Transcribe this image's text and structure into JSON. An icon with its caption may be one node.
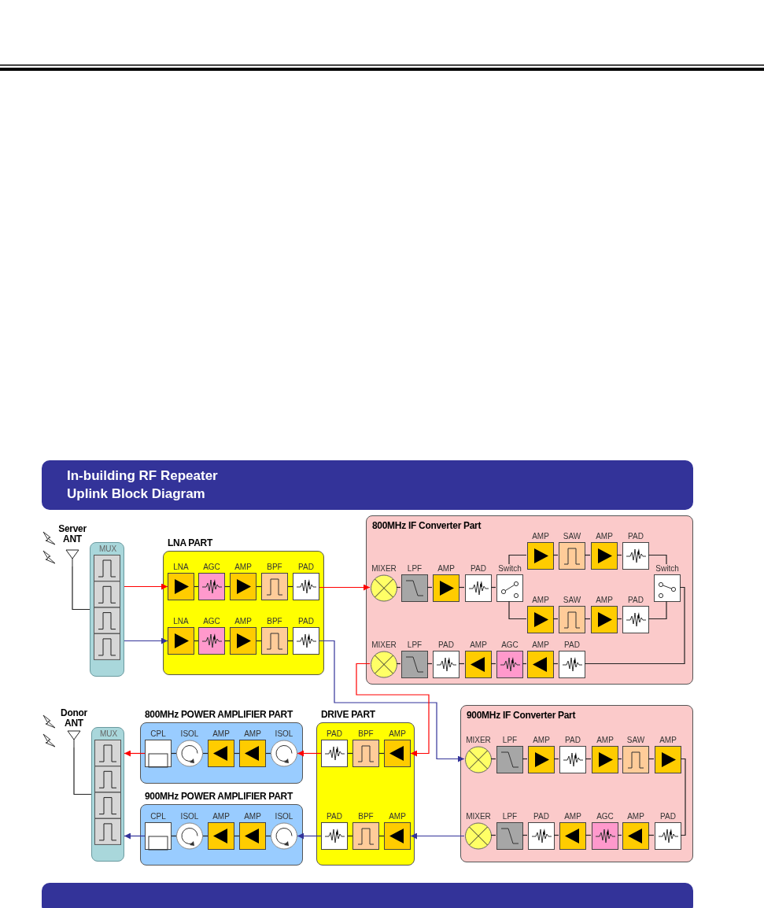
{
  "diagram": {
    "title": "In-building RF Repeater Uplink Block Diagram",
    "nodes": [
      {
        "text": [
          "Server ANT"
        ]
      },
      {
        "text": [
          "MUX"
        ]
      },
      {
        "text": [
          "LNA PART"
        ]
      },
      {
        "text": [
          "LNA"
        ],
        "in": 2
      },
      {
        "text": [
          "AGC"
        ],
        "in": 2
      },
      {
        "text": [
          "AMP"
        ],
        "in": 2
      },
      {
        "text": [
          "BPF"
        ],
        "in": 2
      },
      {
        "text": [
          "PAD"
        ],
        "in": 2
      },
      {
        "text": [
          "LNA"
        ],
        "in": 2
      },
      {
        "text": [
          "AGC"
        ],
        "in": 2
      },
      {
        "text": [
          "AMP"
        ],
        "in": 2
      },
      {
        "text": [
          "BPF"
        ],
        "in": 2
      },
      {
        "text": [
          "PAD"
        ],
        "in": 2
      },
      {
        "text": [
          "800MHz IF Converter Part"
        ]
      },
      {
        "text": [
          "MIXER"
        ],
        "in": 13
      },
      {
        "text": [
          "LPF"
        ],
        "in": 13
      },
      {
        "text": [
          "AMP"
        ],
        "in": 13
      },
      {
        "text": [
          "PAD"
        ],
        "in": 13
      },
      {
        "text": [
          "Switch"
        ],
        "in": 13
      },
      {
        "text": [
          "AMP"
        ],
        "in": 13
      },
      {
        "text": [
          "SAW"
        ],
        "in": 13
      },
      {
        "text": [
          "AMP"
        ],
        "in": 13
      },
      {
        "text": [
          "PAD"
        ],
        "in": 13
      },
      {
        "text": [
          "Switch"
        ],
        "in": 13
      },
      {
        "text": [
          "AMP"
        ],
        "in": 13
      },
      {
        "text": [
          "SAW"
        ],
        "in": 13
      },
      {
        "text": [
          "AMP"
        ],
        "in": 13
      },
      {
        "text": [
          "PAD"
        ],
        "in": 13
      },
      {
        "text": [
          "MIXER"
        ],
        "in": 13
      },
      {
        "text": [
          "LPF"
        ],
        "in": 13
      },
      {
        "text": [
          "PAD"
        ],
        "in": 13
      },
      {
        "text": [
          "AMP"
        ],
        "in": 13
      },
      {
        "text": [
          "AGC"
        ],
        "in": 13
      },
      {
        "text": [
          "AMP"
        ],
        "in": 13
      },
      {
        "text": [
          "PAD"
        ],
        "in": 13
      },
      {
        "text": [
          "Donor ANT"
        ]
      },
      {
        "text": [
          "MUX"
        ]
      },
      {
        "text": [
          "800MHz POWER AMPLIFIER PART"
        ]
      },
      {
        "text": [
          "CPL"
        ],
        "in": 37
      },
      {
        "text": [
          "ISOL"
        ],
        "in": 37
      },
      {
        "text": [
          "AMP"
        ],
        "in": 37
      },
      {
        "text": [
          "AMP"
        ],
        "in": 37
      },
      {
        "text": [
          "ISOL"
        ],
        "in": 37
      },
      {
        "text": [
          "DRIVE PART"
        ]
      },
      {
        "text": [
          "PAD"
        ],
        "in": 43
      },
      {
        "text": [
          "BPF"
        ],
        "in": 43
      },
      {
        "text": [
          "AMP"
        ],
        "in": 43
      },
      {
        "text": [
          "900MHz IF Converter Part"
        ]
      },
      {
        "text": [
          "MIXER"
        ],
        "in": 47
      },
      {
        "text": [
          "LPF"
        ],
        "in": 47
      },
      {
        "text": [
          "AMP"
        ],
        "in": 47
      },
      {
        "text": [
          "PAD"
        ],
        "in": 47
      },
      {
        "text": [
          "AMP"
        ],
        "in": 47
      },
      {
        "text": [
          "SAW"
        ],
        "in": 47
      },
      {
        "text": [
          "AMP"
        ],
        "in": 47
      },
      {
        "text": [
          "900MHz POWER AMPLIFIER PART"
        ]
      },
      {
        "text": [
          "CPL"
        ],
        "in": 55
      },
      {
        "text": [
          "ISOL"
        ],
        "in": 55
      },
      {
        "text": [
          "AMP"
        ],
        "in": 55
      },
      {
        "text": [
          "AMP"
        ],
        "in": 55
      },
      {
        "text": [
          "ISOL"
        ],
        "in": 55
      },
      {
        "text": [
          "PAD"
        ],
        "in": 43
      },
      {
        "text": [
          "BPF"
        ],
        "in": 43
      },
      {
        "text": [
          "AMP"
        ],
        "in": 43
      },
      {
        "text": [
          "MIXER"
        ],
        "in": 47
      },
      {
        "text": [
          "LPF"
        ],
        "in": 47
      },
      {
        "text": [
          "PAD"
        ],
        "in": 47
      },
      {
        "text": [
          "AMP"
        ],
        "in": 47
      },
      {
        "text": [
          "AGC"
        ],
        "in": 47
      },
      {
        "text": [
          "AMP"
        ],
        "in": 47
      },
      {
        "text": [
          "PAD"
        ],
        "in": 47
      }
    ],
    "edges": [
      {
        "from": 0,
        "to": 1,
        "arrow": "none"
      },
      {
        "from": 1,
        "to": 3,
        "arrow": "to",
        "color": "#ff0000"
      },
      {
        "from": 1,
        "to": 8,
        "arrow": "to",
        "color": "#333399"
      },
      {
        "from": 3,
        "to": 4,
        "arrow": "none"
      },
      {
        "from": 4,
        "to": 5,
        "arrow": "none"
      },
      {
        "from": 5,
        "to": 6,
        "arrow": "none"
      },
      {
        "from": 6,
        "to": 7,
        "arrow": "none"
      },
      {
        "from": 8,
        "to": 9,
        "arrow": "none"
      },
      {
        "from": 9,
        "to": 10,
        "arrow": "none"
      },
      {
        "from": 10,
        "to": 11,
        "arrow": "none"
      },
      {
        "from": 11,
        "to": 12,
        "arrow": "none"
      },
      {
        "from": 7,
        "to": 14,
        "arrow": "to",
        "color": "#ff0000"
      },
      {
        "from": 12,
        "to": 48,
        "arrow": "to",
        "color": "#333399"
      },
      {
        "from": 14,
        "to": 15,
        "arrow": "none"
      },
      {
        "from": 15,
        "to": 16,
        "arrow": "none"
      },
      {
        "from": 16,
        "to": 17,
        "arrow": "none"
      },
      {
        "from": 17,
        "to": 18,
        "arrow": "none"
      },
      {
        "from": 18,
        "to": 19,
        "arrow": "none"
      },
      {
        "from": 19,
        "to": 20,
        "arrow": "none"
      },
      {
        "from": 20,
        "to": 21,
        "arrow": "none"
      },
      {
        "from": 21,
        "to": 22,
        "arrow": "none"
      },
      {
        "from": 22,
        "to": 23,
        "arrow": "none"
      },
      {
        "from": 18,
        "to": 24,
        "arrow": "none"
      },
      {
        "from": 24,
        "to": 25,
        "arrow": "none"
      },
      {
        "from": 25,
        "to": 26,
        "arrow": "none"
      },
      {
        "from": 26,
        "to": 27,
        "arrow": "none"
      },
      {
        "from": 27,
        "to": 23,
        "arrow": "none"
      },
      {
        "from": 23,
        "to": 34,
        "arrow": "none"
      },
      {
        "from": 34,
        "to": 33,
        "arrow": "none"
      },
      {
        "from": 33,
        "to": 32,
        "arrow": "none"
      },
      {
        "from": 32,
        "to": 31,
        "arrow": "none"
      },
      {
        "from": 31,
        "to": 30,
        "arrow": "none"
      },
      {
        "from": 30,
        "to": 29,
        "arrow": "none"
      },
      {
        "from": 29,
        "to": 28,
        "arrow": "none"
      },
      {
        "from": 28,
        "to": 46,
        "arrow": "to",
        "color": "#ff0000"
      },
      {
        "from": 46,
        "to": 45,
        "arrow": "none"
      },
      {
        "from": 45,
        "to": 44,
        "arrow": "none"
      },
      {
        "from": 44,
        "to": 42,
        "arrow": "to",
        "color": "#ff0000"
      },
      {
        "from": 42,
        "to": 41,
        "arrow": "none"
      },
      {
        "from": 41,
        "to": 40,
        "arrow": "none"
      },
      {
        "from": 40,
        "to": 39,
        "arrow": "none"
      },
      {
        "from": 39,
        "to": 38,
        "arrow": "none"
      },
      {
        "from": 38,
        "to": 36,
        "arrow": "to",
        "color": "#ff0000"
      },
      {
        "from": 36,
        "to": 35,
        "arrow": "none"
      },
      {
        "from": 48,
        "to": 49,
        "arrow": "none"
      },
      {
        "from": 49,
        "to": 50,
        "arrow": "none"
      },
      {
        "from": 50,
        "to": 51,
        "arrow": "none"
      },
      {
        "from": 51,
        "to": 52,
        "arrow": "none"
      },
      {
        "from": 52,
        "to": 53,
        "arrow": "none"
      },
      {
        "from": 53,
        "to": 54,
        "arrow": "none"
      },
      {
        "from": 54,
        "to": 70,
        "arrow": "none"
      },
      {
        "from": 70,
        "to": 69,
        "arrow": "none"
      },
      {
        "from": 69,
        "to": 68,
        "arrow": "none"
      },
      {
        "from": 68,
        "to": 67,
        "arrow": "none"
      },
      {
        "from": 67,
        "to": 66,
        "arrow": "none"
      },
      {
        "from": 66,
        "to": 65,
        "arrow": "none"
      },
      {
        "from": 65,
        "to": 64,
        "arrow": "none"
      },
      {
        "from": 64,
        "to": 63,
        "arrow": "to",
        "color": "#333399"
      },
      {
        "from": 63,
        "to": 62,
        "arrow": "none"
      },
      {
        "from": 62,
        "to": 61,
        "arrow": "none"
      },
      {
        "from": 61,
        "to": 60,
        "arrow": "to",
        "color": "#333399"
      },
      {
        "from": 60,
        "to": 59,
        "arrow": "none"
      },
      {
        "from": 59,
        "to": 58,
        "arrow": "none"
      },
      {
        "from": 58,
        "to": 57,
        "arrow": "none"
      },
      {
        "from": 57,
        "to": 56,
        "arrow": "none"
      },
      {
        "from": 56,
        "to": 36,
        "arrow": "to",
        "color": "#333399"
      }
    ]
  }
}
